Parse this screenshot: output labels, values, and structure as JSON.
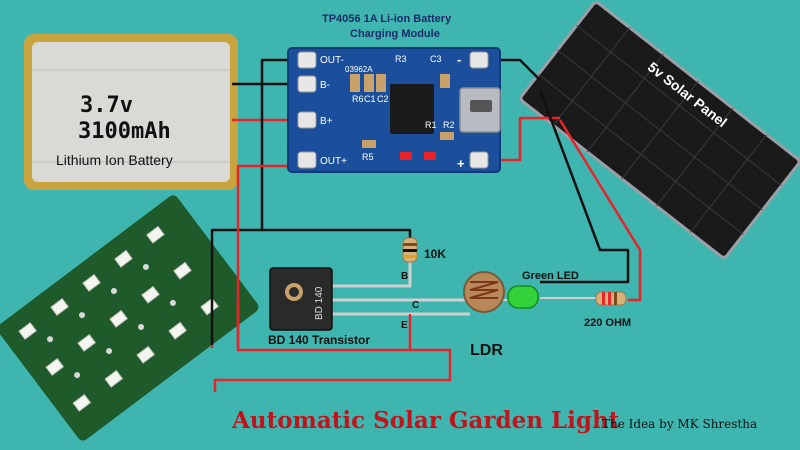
{
  "module": {
    "title_line1": "TP4056 1A Li-ion Battery",
    "title_line2": "Charging Module",
    "pin_out_minus": "OUT-",
    "pin_b_minus": "B-",
    "pin_b_plus": "B+",
    "pin_out_plus": "OUT+",
    "pin_in_minus": "-",
    "pin_in_plus": "+",
    "code": "03962A",
    "ref_r3": "R3",
    "ref_c3": "C3",
    "ref_r6": "R6",
    "ref_c1": "C1",
    "ref_c2": "C2",
    "ref_r2": "R2",
    "ref_r1": "R1",
    "ref_r5": "R5"
  },
  "battery": {
    "voltage": "3.7v",
    "capacity": "3100mAh",
    "type": "Lithium Ion Battery"
  },
  "solar_panel": {
    "label": "5v Solar Panel"
  },
  "transistor": {
    "part": "BD 140",
    "caption": "BD 140 Transistor",
    "pin_b": "B",
    "pin_c": "C",
    "pin_e": "E"
  },
  "resistor_10k": {
    "label": "10K"
  },
  "ldr": {
    "label": "LDR"
  },
  "led": {
    "label": "Green LED"
  },
  "resistor_220": {
    "label": "220 OHM"
  },
  "title": "Automatic Solar Garden Light",
  "credit": "The Idea by MK Shrestha",
  "colors": {
    "background": "#3fb5b0",
    "wire_red": "#e8232a",
    "wire_black": "#111111",
    "module_pcb": "#1b4f9c",
    "title_red": "#c0141c"
  }
}
